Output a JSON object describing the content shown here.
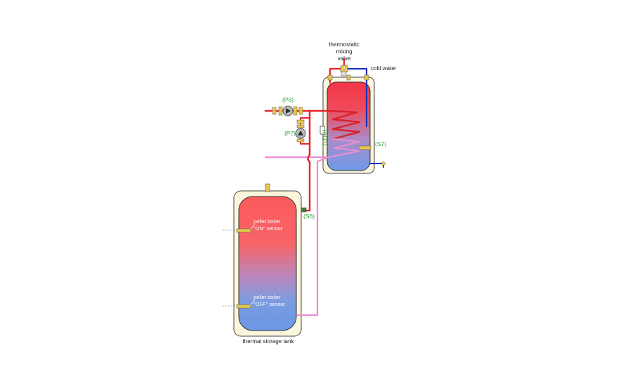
{
  "labels": {
    "valve_line1": "thermostatic",
    "valve_line2": "mixing",
    "valve_line3": "valve",
    "cold_water": "cold water",
    "p6": "(P6)",
    "p7": "(P7)",
    "aq1": "(AQ1)",
    "s7": "(S7)",
    "s6": "(S6)",
    "on_sensor_line1": "pellet boiler",
    "on_sensor_line2": "\"ON\" sensor",
    "off_sensor_line1": "pellet boiler",
    "off_sensor_line2": "\"OFF\" sensor",
    "storage_tank": "thermal storage tank"
  },
  "colors": {
    "hot_pipe": "#e8262a",
    "cold_pipe": "#1f2fb8",
    "return_pipe": "#f08ad0",
    "tank_jacket": "#fbf6dc",
    "hot_water": "#f13a4a",
    "cool_water": "#6b9ae6",
    "label_green": "#2fa33a",
    "brass": "#e8c64a"
  }
}
